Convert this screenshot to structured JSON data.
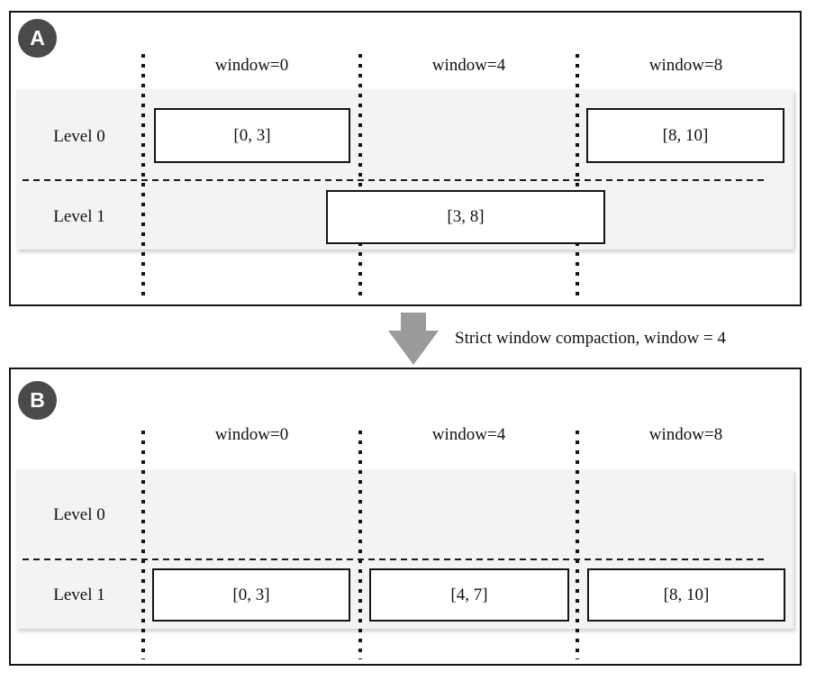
{
  "figure": {
    "panels": [
      {
        "badge": "A",
        "columns": [
          "window=0",
          "window=4",
          "window=8"
        ],
        "rows": [
          "Level 0",
          "Level 1"
        ],
        "boxes": [
          "[0, 3]",
          "[8, 10]",
          "[3, 8]"
        ]
      },
      {
        "badge": "B",
        "columns": [
          "window=0",
          "window=4",
          "window=8"
        ],
        "rows": [
          "Level 0",
          "Level 1"
        ],
        "boxes": [
          "[0, 3]",
          "[4, 7]",
          "[8, 10]"
        ]
      }
    ],
    "arrow_label": "Strict window compaction, window = 4",
    "colors": {
      "badge_bg": "#4a4a4a",
      "band_bg": "#f3f3f3",
      "arrow": "#9a9a9a",
      "line": "#141414"
    }
  }
}
